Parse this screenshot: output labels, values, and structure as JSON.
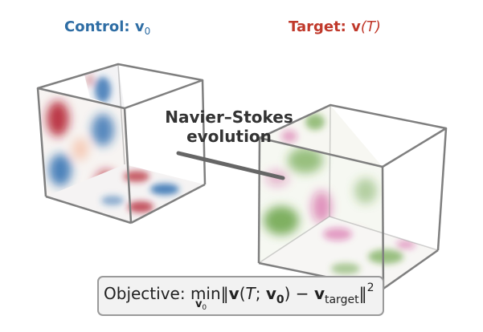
{
  "control_label": {
    "prefix": "Control: ",
    "bold_symbol": "v",
    "subscript": "0"
  },
  "target_label": {
    "prefix": "Target: ",
    "bold_symbol": "v",
    "arg": "(T)"
  },
  "arrow_label": [
    "Navier–Stokes",
    "evolution"
  ],
  "objective": {
    "prefix": "Objective: ",
    "min": "min",
    "min_sub": "v",
    "min_sub_index": "0",
    "norm_left": "‖",
    "v": "v",
    "paren_open": "(",
    "T": "T",
    "sep": "; ",
    "v0": "v",
    "v0_index": "0",
    "paren_close": ")",
    "minus": " − ",
    "vtarget": "v",
    "target_sub": "target",
    "norm_right": "‖",
    "exponent": "2"
  },
  "colors": {
    "control": "#2e6da4",
    "target": "#c0392b",
    "cube_edge": "#7f7f7f",
    "red_field": "#b2182b",
    "blue_field": "#2166ac",
    "green_field": "#4d9221",
    "pink_field": "#c51b7d",
    "arrow": "#666666"
  }
}
